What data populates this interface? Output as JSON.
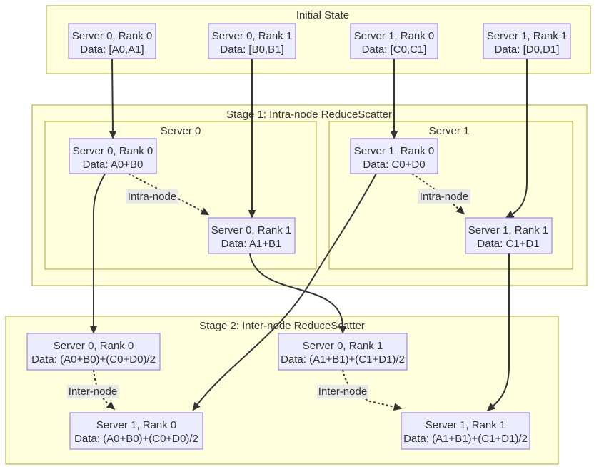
{
  "page": {
    "background": "#ffffff"
  },
  "diagram": {
    "type": "flowchart",
    "topic": "Two-stage ReduceScatter across 2 servers x 2 ranks",
    "colors": {
      "container_fill": "#ffffde",
      "container_stroke": "#aaaa33",
      "node_fill": "#ececff",
      "node_stroke": "#9370db",
      "edge": "#333333",
      "edge_label_bg": "#e8e8e8",
      "text": "#333333"
    },
    "containers": {
      "initial": {
        "title": "Initial State"
      },
      "stage1": {
        "title": "Stage 1: Intra-node ReduceScatter"
      },
      "server0": {
        "title": "Server 0"
      },
      "server1": {
        "title": "Server 1"
      },
      "stage2": {
        "title": "Stage 2: Inter-node ReduceScatter"
      }
    },
    "nodes": {
      "init_s0r0": {
        "line1": "Server 0, Rank 0",
        "line2": "Data: [A0,A1]"
      },
      "init_s0r1": {
        "line1": "Server 0, Rank 1",
        "line2": "Data: [B0,B1]"
      },
      "init_s1r0": {
        "line1": "Server 1, Rank 0",
        "line2": "Data: [C0,C1]"
      },
      "init_s1r1": {
        "line1": "Server 1, Rank 1",
        "line2": "Data: [D0,D1]"
      },
      "s1_s0r0": {
        "line1": "Server 0, Rank 0",
        "line2": "Data: A0+B0"
      },
      "s1_s0r1": {
        "line1": "Server 0, Rank 1",
        "line2": "Data: A1+B1"
      },
      "s1_s1r0": {
        "line1": "Server 1, Rank 0",
        "line2": "Data: C0+D0"
      },
      "s1_s1r1": {
        "line1": "Server 1, Rank 1",
        "line2": "Data: C1+D1"
      },
      "s2_s0r0": {
        "line1": "Server 0, Rank 0",
        "line2": "Data: (A0+B0)+(C0+D0)/2"
      },
      "s2_s0r1": {
        "line1": "Server 0, Rank 1",
        "line2": "Data: (A1+B1)+(C1+D1)/2"
      },
      "s2_s1r0": {
        "line1": "Server 1, Rank 0",
        "line2": "Data: (A0+B0)+(C0+D0)/2"
      },
      "s2_s1r1": {
        "line1": "Server 1, Rank 1",
        "line2": "Data: (A1+B1)+(C1+D1)/2"
      }
    },
    "edge_labels": {
      "intra_left": "Intra-node",
      "intra_right": "Intra-node",
      "inter_left": "Inter-node",
      "inter_right": "Inter-node"
    }
  }
}
